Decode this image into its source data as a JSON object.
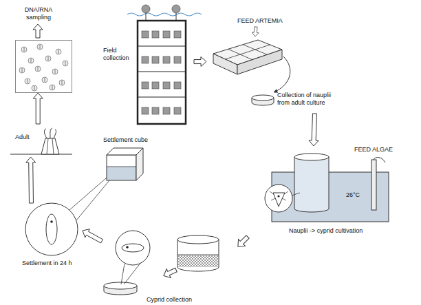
{
  "diagram": {
    "nodes": [
      {
        "text": [
          "Field collection"
        ]
      },
      {
        "text": [
          "FEED ARTEMIA",
          "Collection of nauplii from adult culture"
        ]
      },
      {
        "text": [
          "FEED ALGAE",
          "26°C",
          "Nauplii -> cyprid cultivation"
        ]
      },
      {
        "text": [
          "Cyprid collection"
        ]
      },
      {
        "text": [
          "Settlement in 24 h"
        ]
      },
      {
        "text": [
          "Settlement cube"
        ]
      },
      {
        "text": [
          "Adult"
        ]
      },
      {
        "text": [
          "DNA/RNA sampling"
        ]
      }
    ],
    "edges": [
      {
        "from": 0,
        "to": 1,
        "arrow": "to"
      },
      {
        "from": 1,
        "to": 2,
        "arrow": "to"
      },
      {
        "from": 3,
        "to": 4,
        "arrow": "to"
      },
      {
        "from": 4,
        "to": 6,
        "arrow": "to"
      },
      {
        "from": 6,
        "to": 7,
        "arrow": "to"
      }
    ]
  }
}
